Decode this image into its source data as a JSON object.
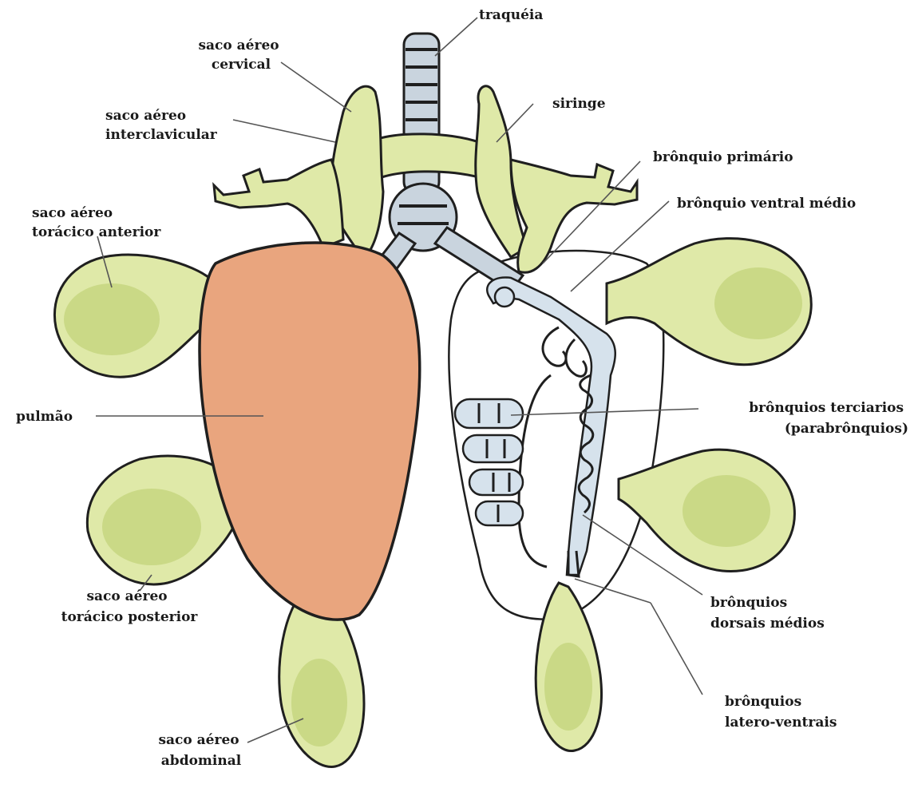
{
  "colors": {
    "air_sac": "#dfe9a8",
    "lung": "#e9a57e",
    "bronchi": "#c9d4de"
  },
  "labels": {
    "traqueia": "traquéia",
    "saco_aereo_cervical": [
      "saco aéreo",
      "cervical"
    ],
    "siringe": "siringe",
    "saco_aereo_interclavicular": [
      "saco aéreo",
      "interclavicular"
    ],
    "bronquio_primario": "brônquio primário",
    "bronquio_ventral_medio": "brônquio ventral médio",
    "saco_aereo_toracico_anterior": [
      "saco aéreo",
      "torácico anterior"
    ],
    "pulmao": "pulmão",
    "bronquios_terciarios": [
      "brônquios terciarios",
      "(parabrônquios)"
    ],
    "saco_aereo_toracico_posterior": [
      "saco aéreo",
      "torácico posterior"
    ],
    "bronquios_dorsais_medios": [
      "brônquios",
      "dorsais médios"
    ],
    "bronquios_latero_ventrais": [
      "brônquios",
      "latero-ventrais"
    ],
    "saco_aereo_abdominal": [
      "saco aéreo",
      "abdominal"
    ]
  }
}
